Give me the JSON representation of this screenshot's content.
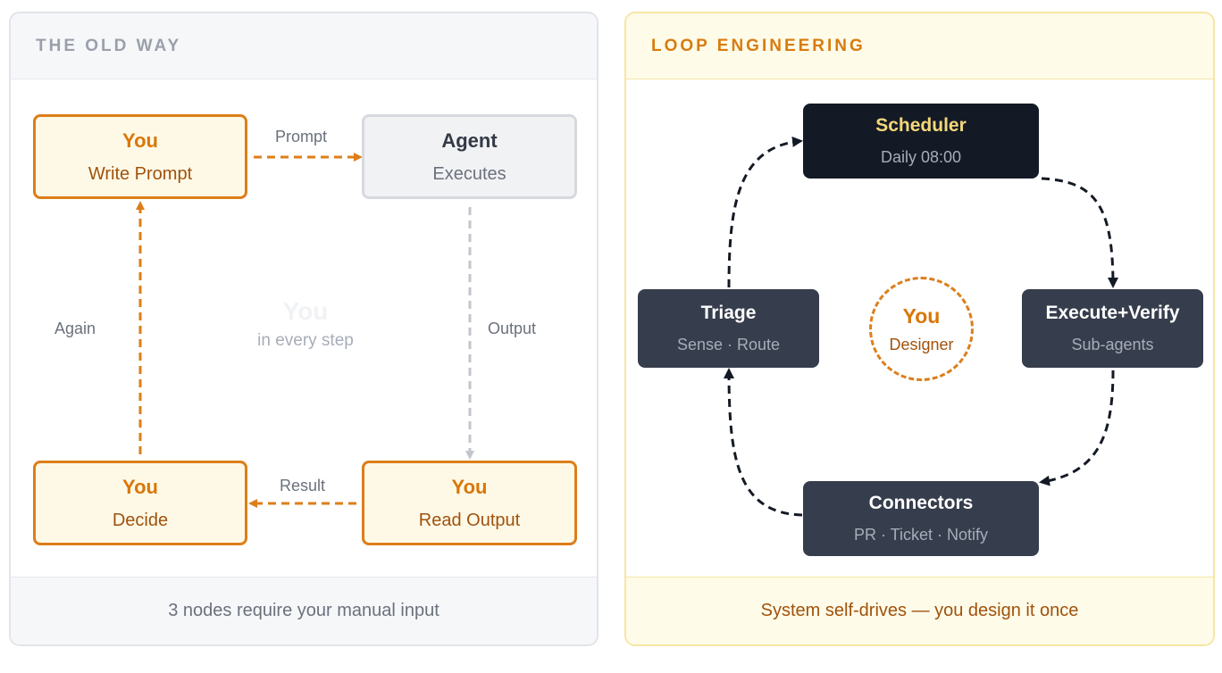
{
  "old_way": {
    "header": "THE OLD WAY",
    "nodes": {
      "write_prompt": {
        "title": "You",
        "subtitle": "Write Prompt"
      },
      "agent": {
        "title": "Agent",
        "subtitle": "Executes"
      },
      "read_output": {
        "title": "You",
        "subtitle": "Read Output"
      },
      "decide": {
        "title": "You",
        "subtitle": "Decide"
      }
    },
    "edges": {
      "prompt": "Prompt",
      "output": "Output",
      "result": "Result",
      "again": "Again"
    },
    "center": {
      "title": "You",
      "subtitle": "in every step"
    },
    "footer": "3 nodes require your manual input"
  },
  "loop": {
    "header": "LOOP ENGINEERING",
    "nodes": {
      "scheduler": {
        "title": "Scheduler",
        "subtitle": "Daily 08:00"
      },
      "execute_verify": {
        "title": "Execute+Verify",
        "subtitle": "Sub-agents"
      },
      "connectors": {
        "title": "Connectors",
        "subtitle": "PR · Ticket · Notify"
      },
      "triage": {
        "title": "Triage",
        "subtitle": "Sense · Route"
      }
    },
    "designer": {
      "title": "You",
      "subtitle": "Designer"
    },
    "footer": "System self-drives — you design it once"
  },
  "colors": {
    "accent_orange": "#dd7e1a",
    "agent_gray": "#d7d9de",
    "dark_node": "#363d4c",
    "scheduler_bg": "#141a25",
    "scheduler_title": "#f5d77a",
    "loop_border": "#f5e7a3"
  }
}
